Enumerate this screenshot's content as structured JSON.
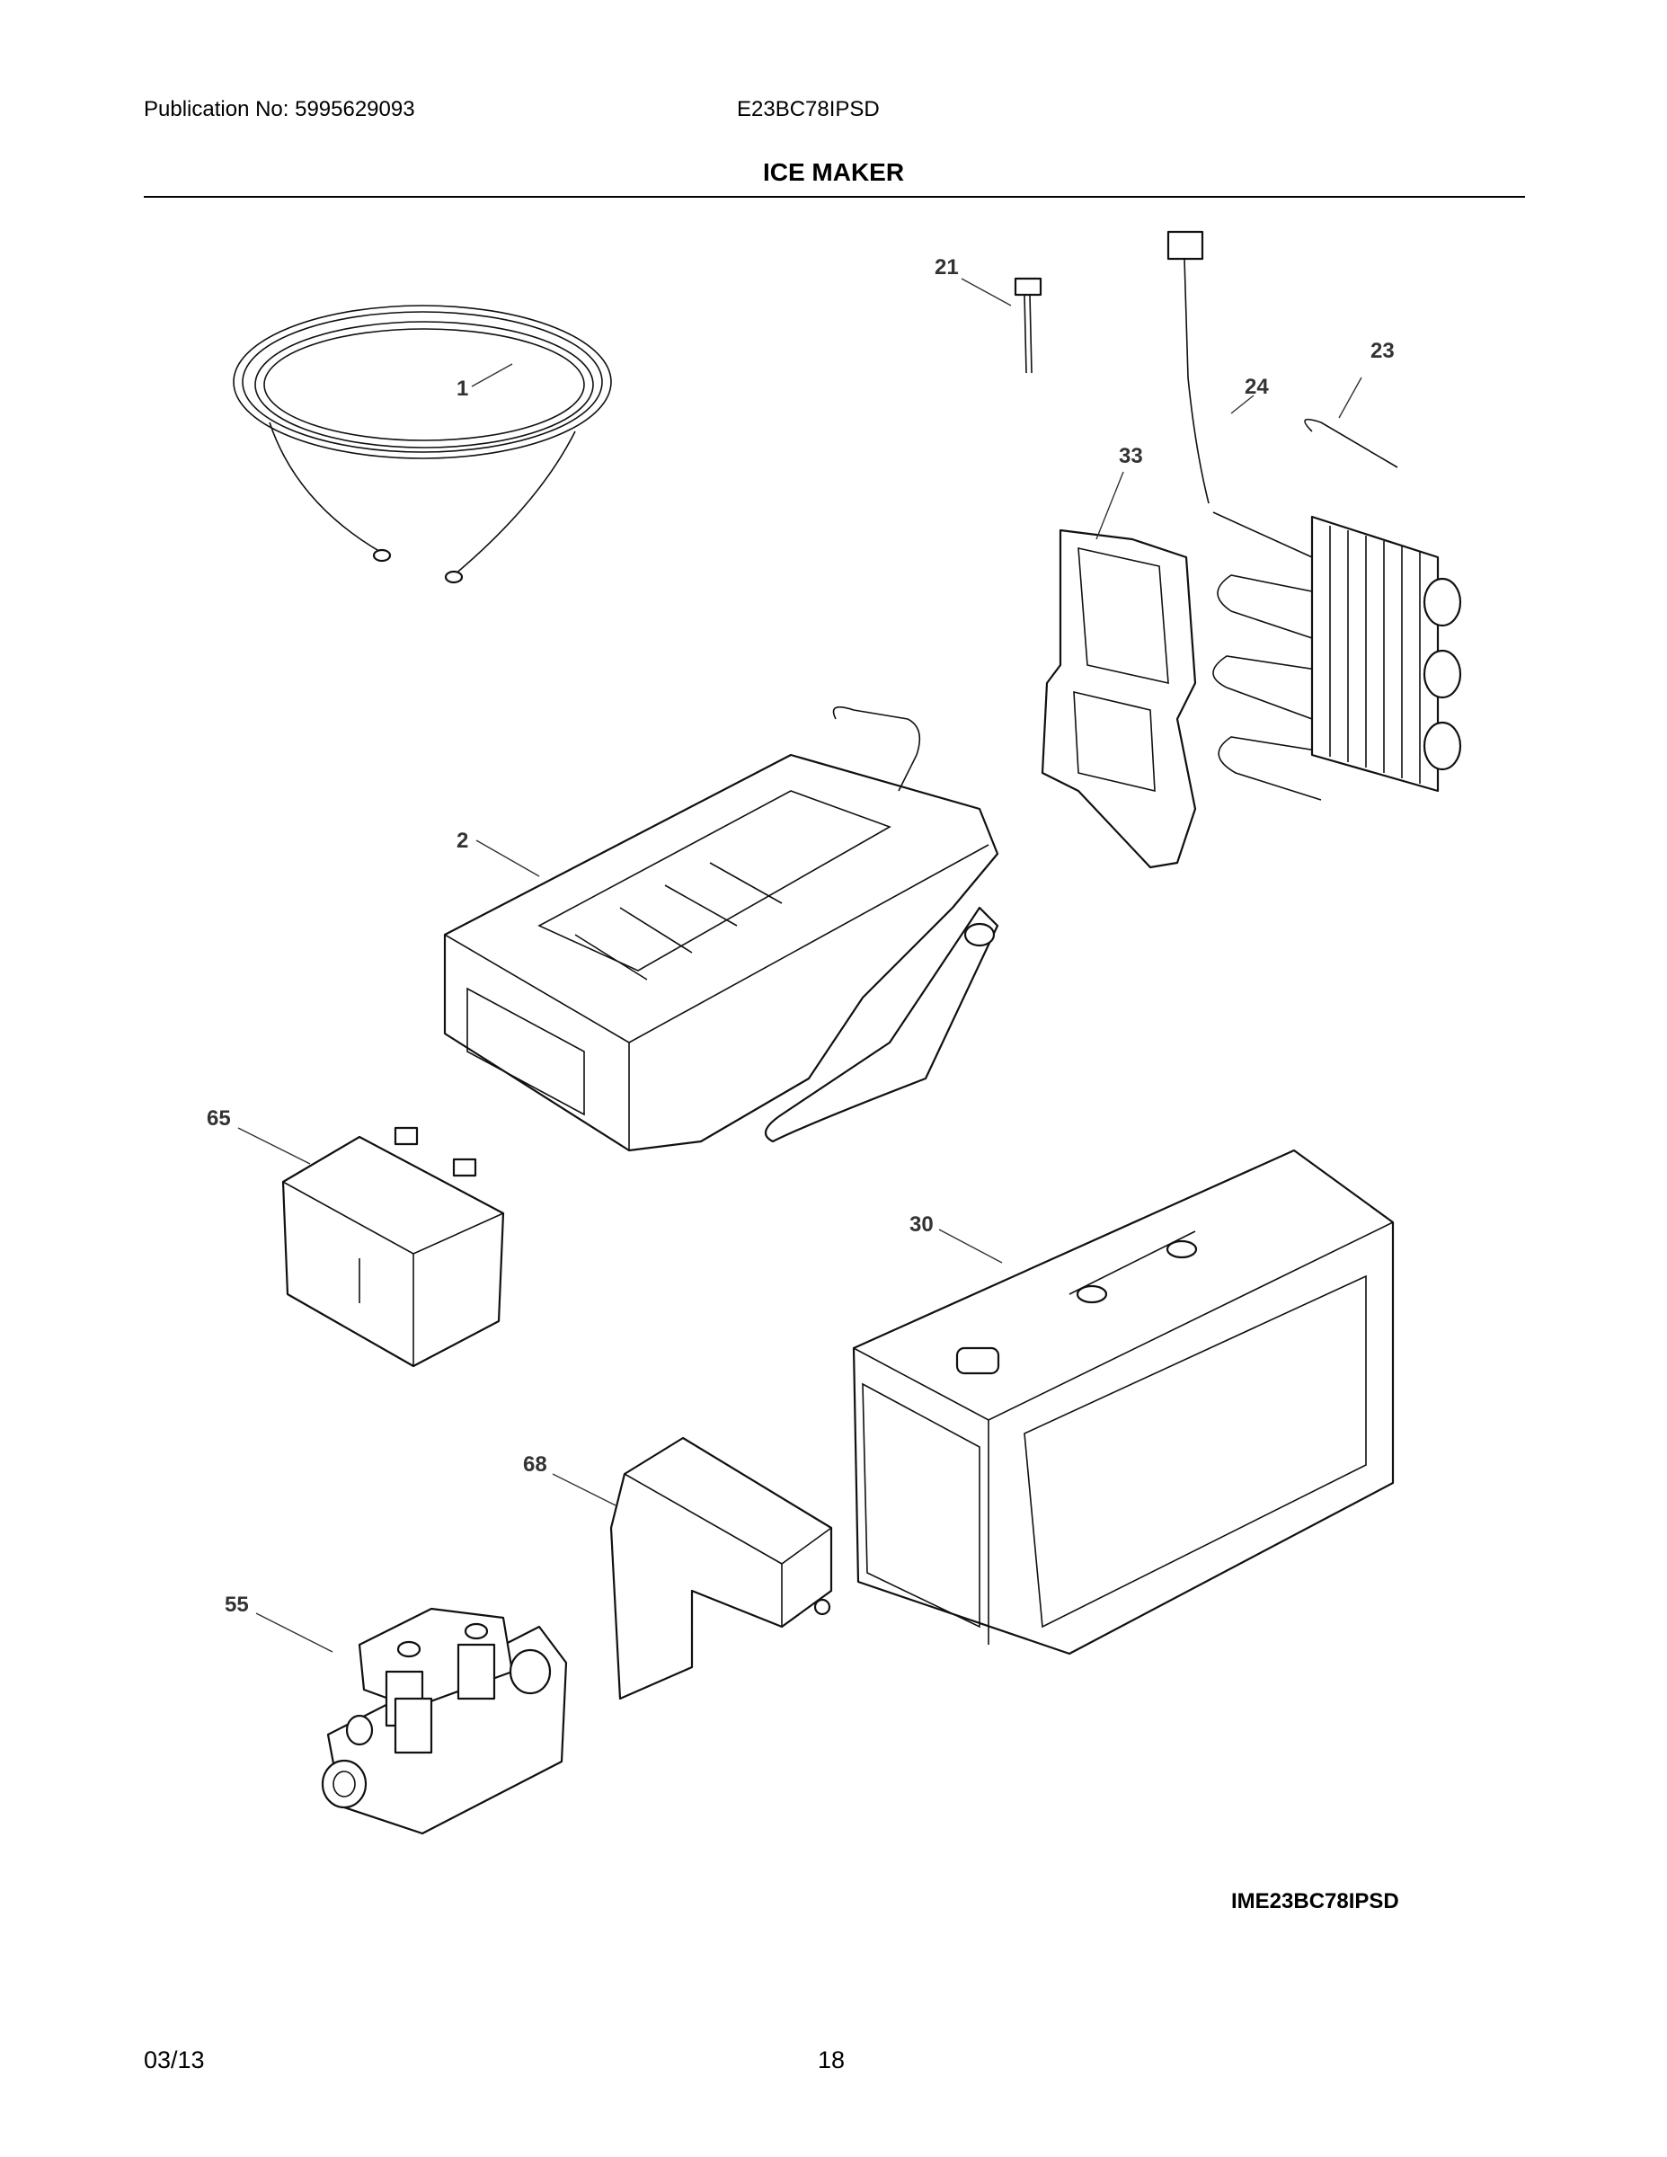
{
  "header": {
    "publication": "Publication No: 5995629093",
    "model": "E23BC78IPSD",
    "title": "ICE MAKER"
  },
  "parts": [
    {
      "ref": "1",
      "icon": "tubing-coil-icon"
    },
    {
      "ref": "2",
      "icon": "ice-maker-assembly-icon"
    },
    {
      "ref": "21",
      "icon": "thermistor-icon"
    },
    {
      "ref": "23",
      "icon": "evaporator-icon"
    },
    {
      "ref": "24",
      "icon": "heater-harness-icon"
    },
    {
      "ref": "30",
      "icon": "ice-bucket-housing-icon"
    },
    {
      "ref": "33",
      "icon": "fill-cup-bracket-icon"
    },
    {
      "ref": "55",
      "icon": "water-valve-icon"
    },
    {
      "ref": "65",
      "icon": "small-bin-icon"
    },
    {
      "ref": "68",
      "icon": "chute-cover-icon"
    }
  ],
  "footer": {
    "drawing_id": "IME23BC78IPSD",
    "date": "03/13",
    "page": "18"
  }
}
